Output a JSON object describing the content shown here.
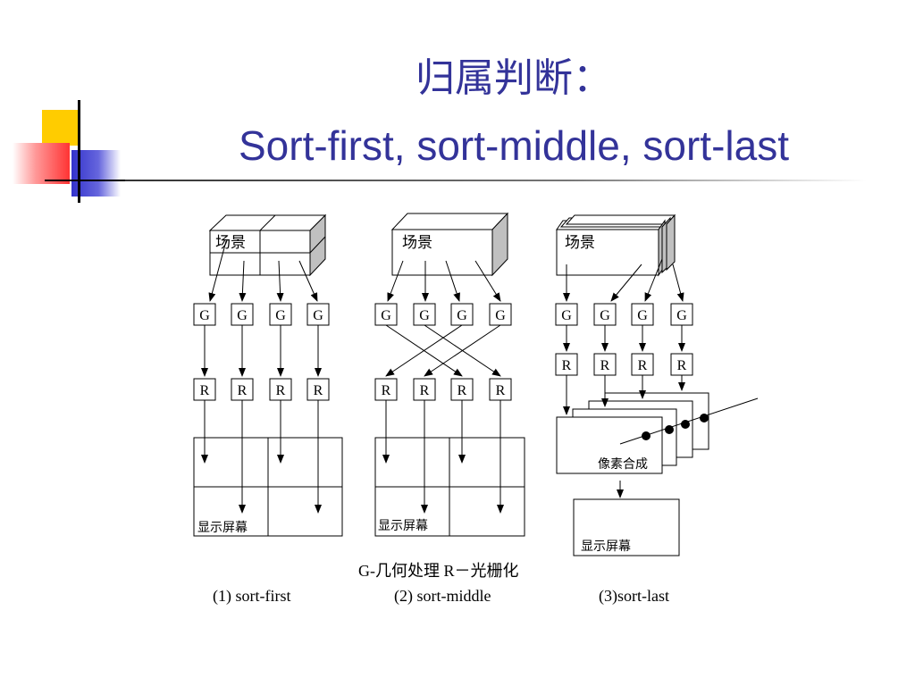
{
  "slide": {
    "title_line1": "归属判断：",
    "title_line2": "Sort-first, sort-middle, sort-last",
    "colors": {
      "title": "#333399",
      "accent_yellow": "#ffcc00",
      "accent_blue": "#3333cc",
      "accent_red": "#ff3333"
    }
  },
  "diagram": {
    "scene_label": "场景",
    "geometry_node": "G",
    "raster_node": "R",
    "display_label": "显示屏幕",
    "composite_label": "像素合成",
    "legend": "G-几何处理   R－光栅化",
    "captions": [
      "(1) sort-first",
      "(2) sort-middle",
      "(3)sort-last"
    ]
  }
}
